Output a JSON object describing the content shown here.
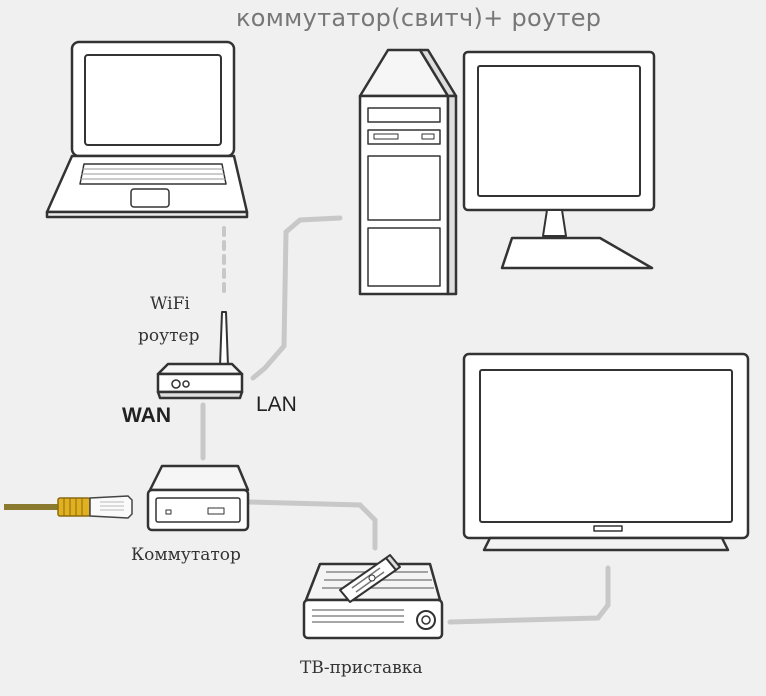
{
  "title": "коммутатор(свитч)+ роутер",
  "labels": {
    "wifi_line1": "WiFi",
    "wifi_line2": "роутер",
    "wan": "WAN",
    "lan": "LAN",
    "switch": "Коммутатор",
    "set_top_box": "ТВ-приставка"
  },
  "colors": {
    "background": "#f0f0f0",
    "outline": "#333333",
    "cable": "#c8c8c8",
    "ethernet_plug": "#e0b020"
  }
}
